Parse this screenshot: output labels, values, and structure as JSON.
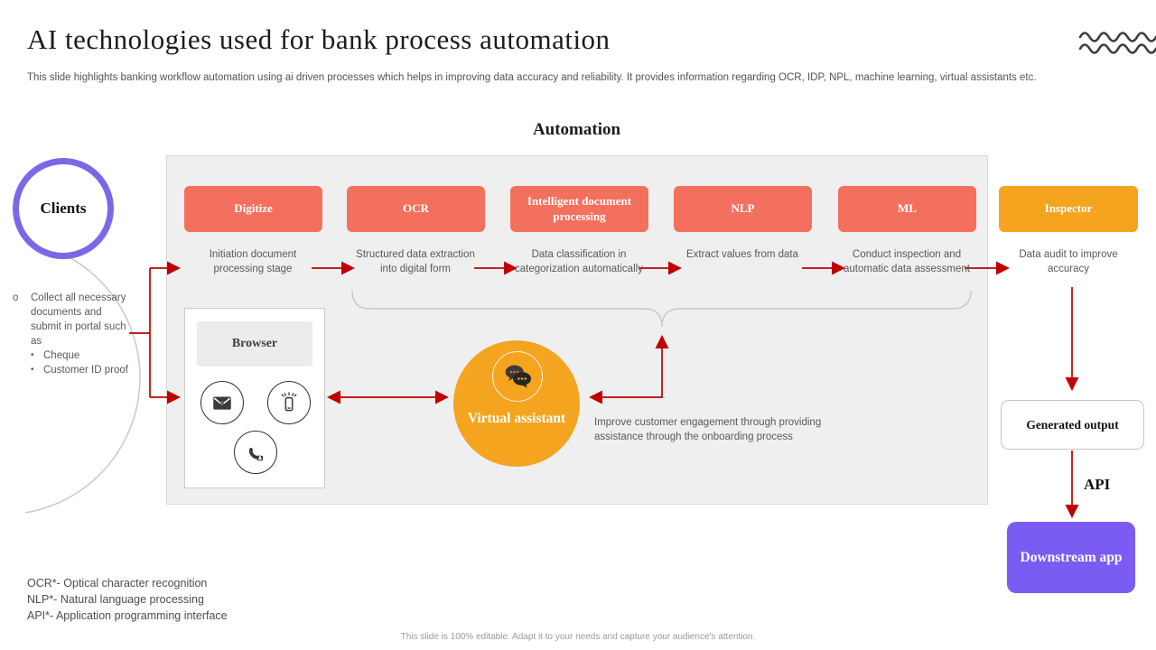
{
  "slide": {
    "title": "AI technologies used for bank process automation",
    "subtitle": "This slide highlights banking workflow automation using ai driven processes which helps in improving data accuracy and reliability. It provides information regarding OCR, IDP, NPL, machine learning, virtual assistants etc.",
    "footer": "This slide is 100% editable.  Adapt it to your needs and capture your audience's attention."
  },
  "diagram": {
    "heading": "Automation",
    "clients": {
      "label": "Clients",
      "note_marker": "o",
      "note": "Collect all necessary documents and submit in portal such as",
      "bullet_marker": "•",
      "bullets": [
        "Cheque",
        "Customer ID proof"
      ]
    },
    "stages": [
      {
        "label": "Digitize",
        "description": "Initiation document processing stage",
        "color": "#f4705e"
      },
      {
        "label": "OCR",
        "description": "Structured data extraction into digital form",
        "color": "#f4705e"
      },
      {
        "label": "Intelligent document processing",
        "description": "Data classification in categorization automatically",
        "color": "#f4705e"
      },
      {
        "label": "NLP",
        "description": "Extract values from data",
        "color": "#f4705e"
      },
      {
        "label": "ML",
        "description": "Conduct inspection and automatic data assessment",
        "color": "#f4705e"
      },
      {
        "label": "Inspector",
        "description": "Data audit to improve  accuracy",
        "color": "#f5a41f"
      }
    ],
    "browser": {
      "label": "Browser"
    },
    "virtual_assistant": {
      "label": "Virtual assistant",
      "note": "Improve  customer engagement  through  providing assistance through  the onboarding  process",
      "color": "#f5a41f"
    },
    "outputs": {
      "generated_output": "Generated output",
      "api_label": "API",
      "downstream_app": "Downstream app",
      "downstream_color": "#7b5cf2"
    }
  },
  "footnotes": [
    "OCR*- Optical character recognition",
    "NLP*- Natural language  processing",
    "API*- Application  programming interface"
  ],
  "icons": {
    "waves": "decorative-waves-logo",
    "email": "envelope-icon",
    "mobile": "mobile-phone-icon",
    "call": "phone-handset-icon",
    "chat": "chat-bubbles-icon"
  },
  "colors": {
    "stage_salmon": "#f4705e",
    "accent_orange": "#f5a41f",
    "accent_purple": "#7b5cf2",
    "clients_ring": "#7b68e8",
    "arrow_red": "#c00000",
    "panel_gray": "#efeff0"
  }
}
